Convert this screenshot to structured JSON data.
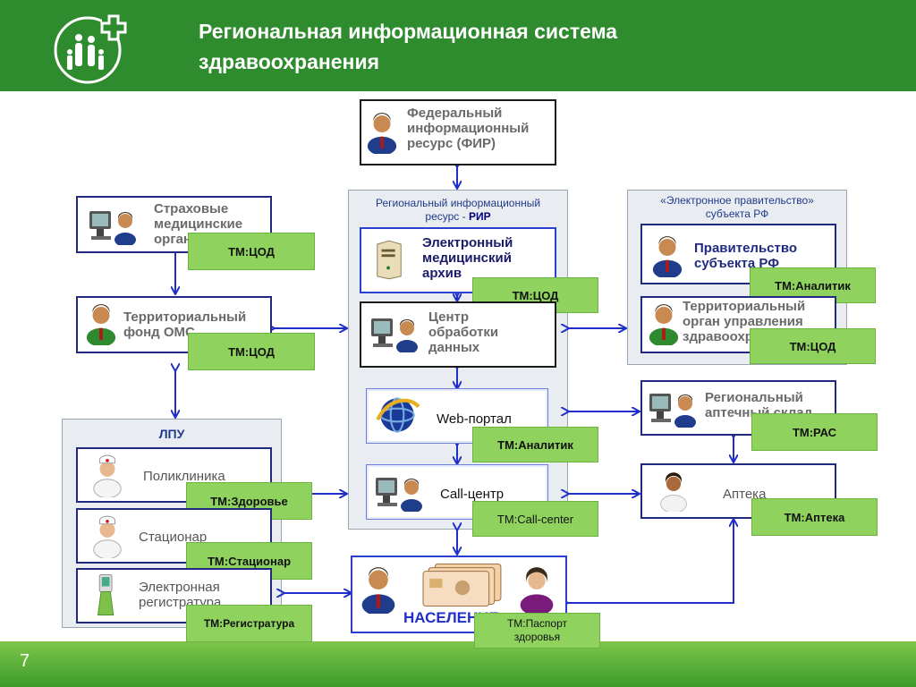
{
  "header": {
    "title_line1": "Региональная информационная система",
    "title_line2": "здравоохранения"
  },
  "page_number": "7",
  "nodes": {
    "fir": {
      "line1": "Федеральный",
      "line2": "информационный",
      "line3": "ресурс (ФИР)"
    },
    "smo": {
      "line1": "Страховые",
      "line2": "медицинские",
      "line3": "организации"
    },
    "tfoms": {
      "line1": "Территориальный",
      "line2": "фонд ОМС"
    },
    "rir_panel": {
      "line1": "Региональный информационный",
      "line2_prefix": "ресурс -",
      "line2_bold": "РИР"
    },
    "ema": {
      "line1": "Электронный",
      "line2": "медицинский",
      "line3": "архив"
    },
    "cod": {
      "line1": "Центр",
      "line2": "обработки",
      "line3": "данных"
    },
    "web": {
      "label": "Web-портал"
    },
    "call": {
      "label": "Call-центр"
    },
    "egov_panel": {
      "line1": "«Электронное правительство»",
      "line2": "субъекта РФ"
    },
    "gov": {
      "line1": "Правительство",
      "line2": "субъекта РФ"
    },
    "tou": {
      "line1": "Территориальный",
      "line2": "орган управления",
      "line3": "здравоохранением"
    },
    "ras": {
      "line1": "Региональный",
      "line2": "аптечный склад"
    },
    "apteka": {
      "label": "Аптека"
    },
    "lpu_panel": {
      "title": "ЛПУ"
    },
    "poli": {
      "label": "Поликлиника"
    },
    "stac": {
      "label": "Стационар"
    },
    "ereg": {
      "line1": "Электронная",
      "line2": "регистратура"
    },
    "nas": {
      "label": "НАСЕЛЕНИЕ"
    }
  },
  "tm_labels": {
    "smo": "ТМ:ЦОД",
    "tfoms": "ТМ:ЦОД",
    "ema": "ТМ:ЦОД",
    "gov": "ТМ:Аналитик",
    "tou": "ТМ:ЦОД",
    "web": "ТМ:Аналитик",
    "ras": "ТМ:РАС",
    "poli": "ТМ:Здоровье",
    "call": "ТМ:Call-center",
    "apteka": "ТМ:Аптека",
    "stac": "ТМ:Стационар",
    "ereg": "ТМ:Регистратура",
    "pasport_line1": "ТМ:Паспорт",
    "pasport_line2": "здоровья"
  },
  "colors": {
    "header_green": "#2e8b2e",
    "tm_green": "#8fd35e",
    "arrow_blue": "#1f2fc8",
    "navy": "#1f2a80"
  },
  "icons": [
    "family-logo-icon",
    "person-icon",
    "computer-user-icon",
    "server-icon",
    "globe-icon",
    "nurse-icon",
    "terminal-icon",
    "card-icon"
  ]
}
